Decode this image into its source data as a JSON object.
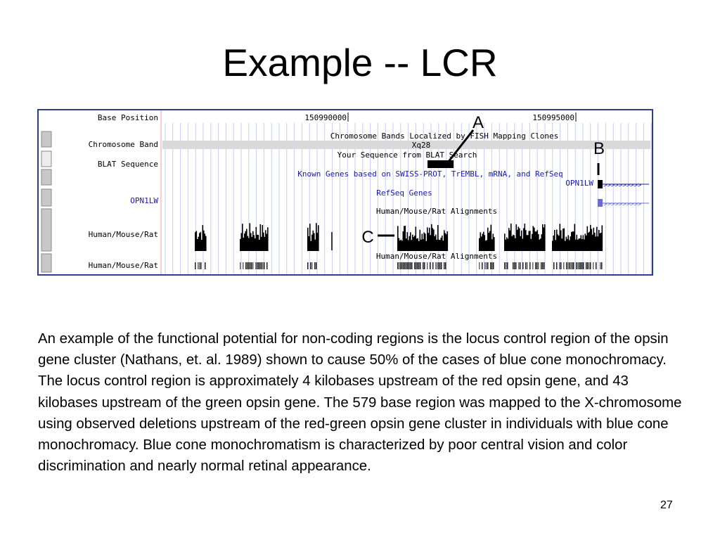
{
  "slide": {
    "title": "Example -- LCR",
    "page_number": "27"
  },
  "browser": {
    "track_labels": {
      "base_position": "Base Position",
      "chromosome_band": "Chromosome Band",
      "blat_sequence": "BLAT Sequence",
      "opn1lw": "OPN1LW",
      "human_mouse_rat_1": "Human/Mouse/Rat",
      "human_mouse_rat_2": "Human/Mouse/Rat"
    },
    "ruler": {
      "pos1": "150990000",
      "pos2": "150995000"
    },
    "tracks": {
      "chrom_bands_title": "Chromosome Bands Localized by FISH Mapping Clones",
      "band_name": "Xq28",
      "blat_title": "Your Sequence from BLAT Search",
      "known_genes_title": "Known Genes based on SWISS-PROT, TrEMBL, mRNA, and RefSeq",
      "gene_name": "OPN1LW",
      "refseq_title": "RefSeq Genes",
      "hmr_title_1": "Human/Mouse/Rat Alignments",
      "hmr_title_2": "Human/Mouse/Rat Alignments"
    },
    "annotations": {
      "a": "A",
      "b": "B",
      "c": "C"
    },
    "colors": {
      "frame": "#2b3f8f",
      "link_blue": "#1a1aaa",
      "grid_blue": "#c6cdf2",
      "band_gray": "#d9d9d9"
    }
  },
  "body": {
    "paragraph": "An example of the functional potential for non-coding regions is the locus control region of the opsin gene cluster (Nathans, et. al. 1989) shown to cause 50% of the cases of blue cone monochromacy. The locus control region is approximately 4 kilobases upstream of the red opsin gene, and 43 kilobases upstream of the green opsin gene. The 579 base region was mapped to the X-chromosome using observed deletions upstream of the red-green opsin gene cluster in individuals with blue cone monochromacy. Blue cone monochromatism is characterized by poor central vision and color discrimination and nearly normal retinal appearance."
  }
}
